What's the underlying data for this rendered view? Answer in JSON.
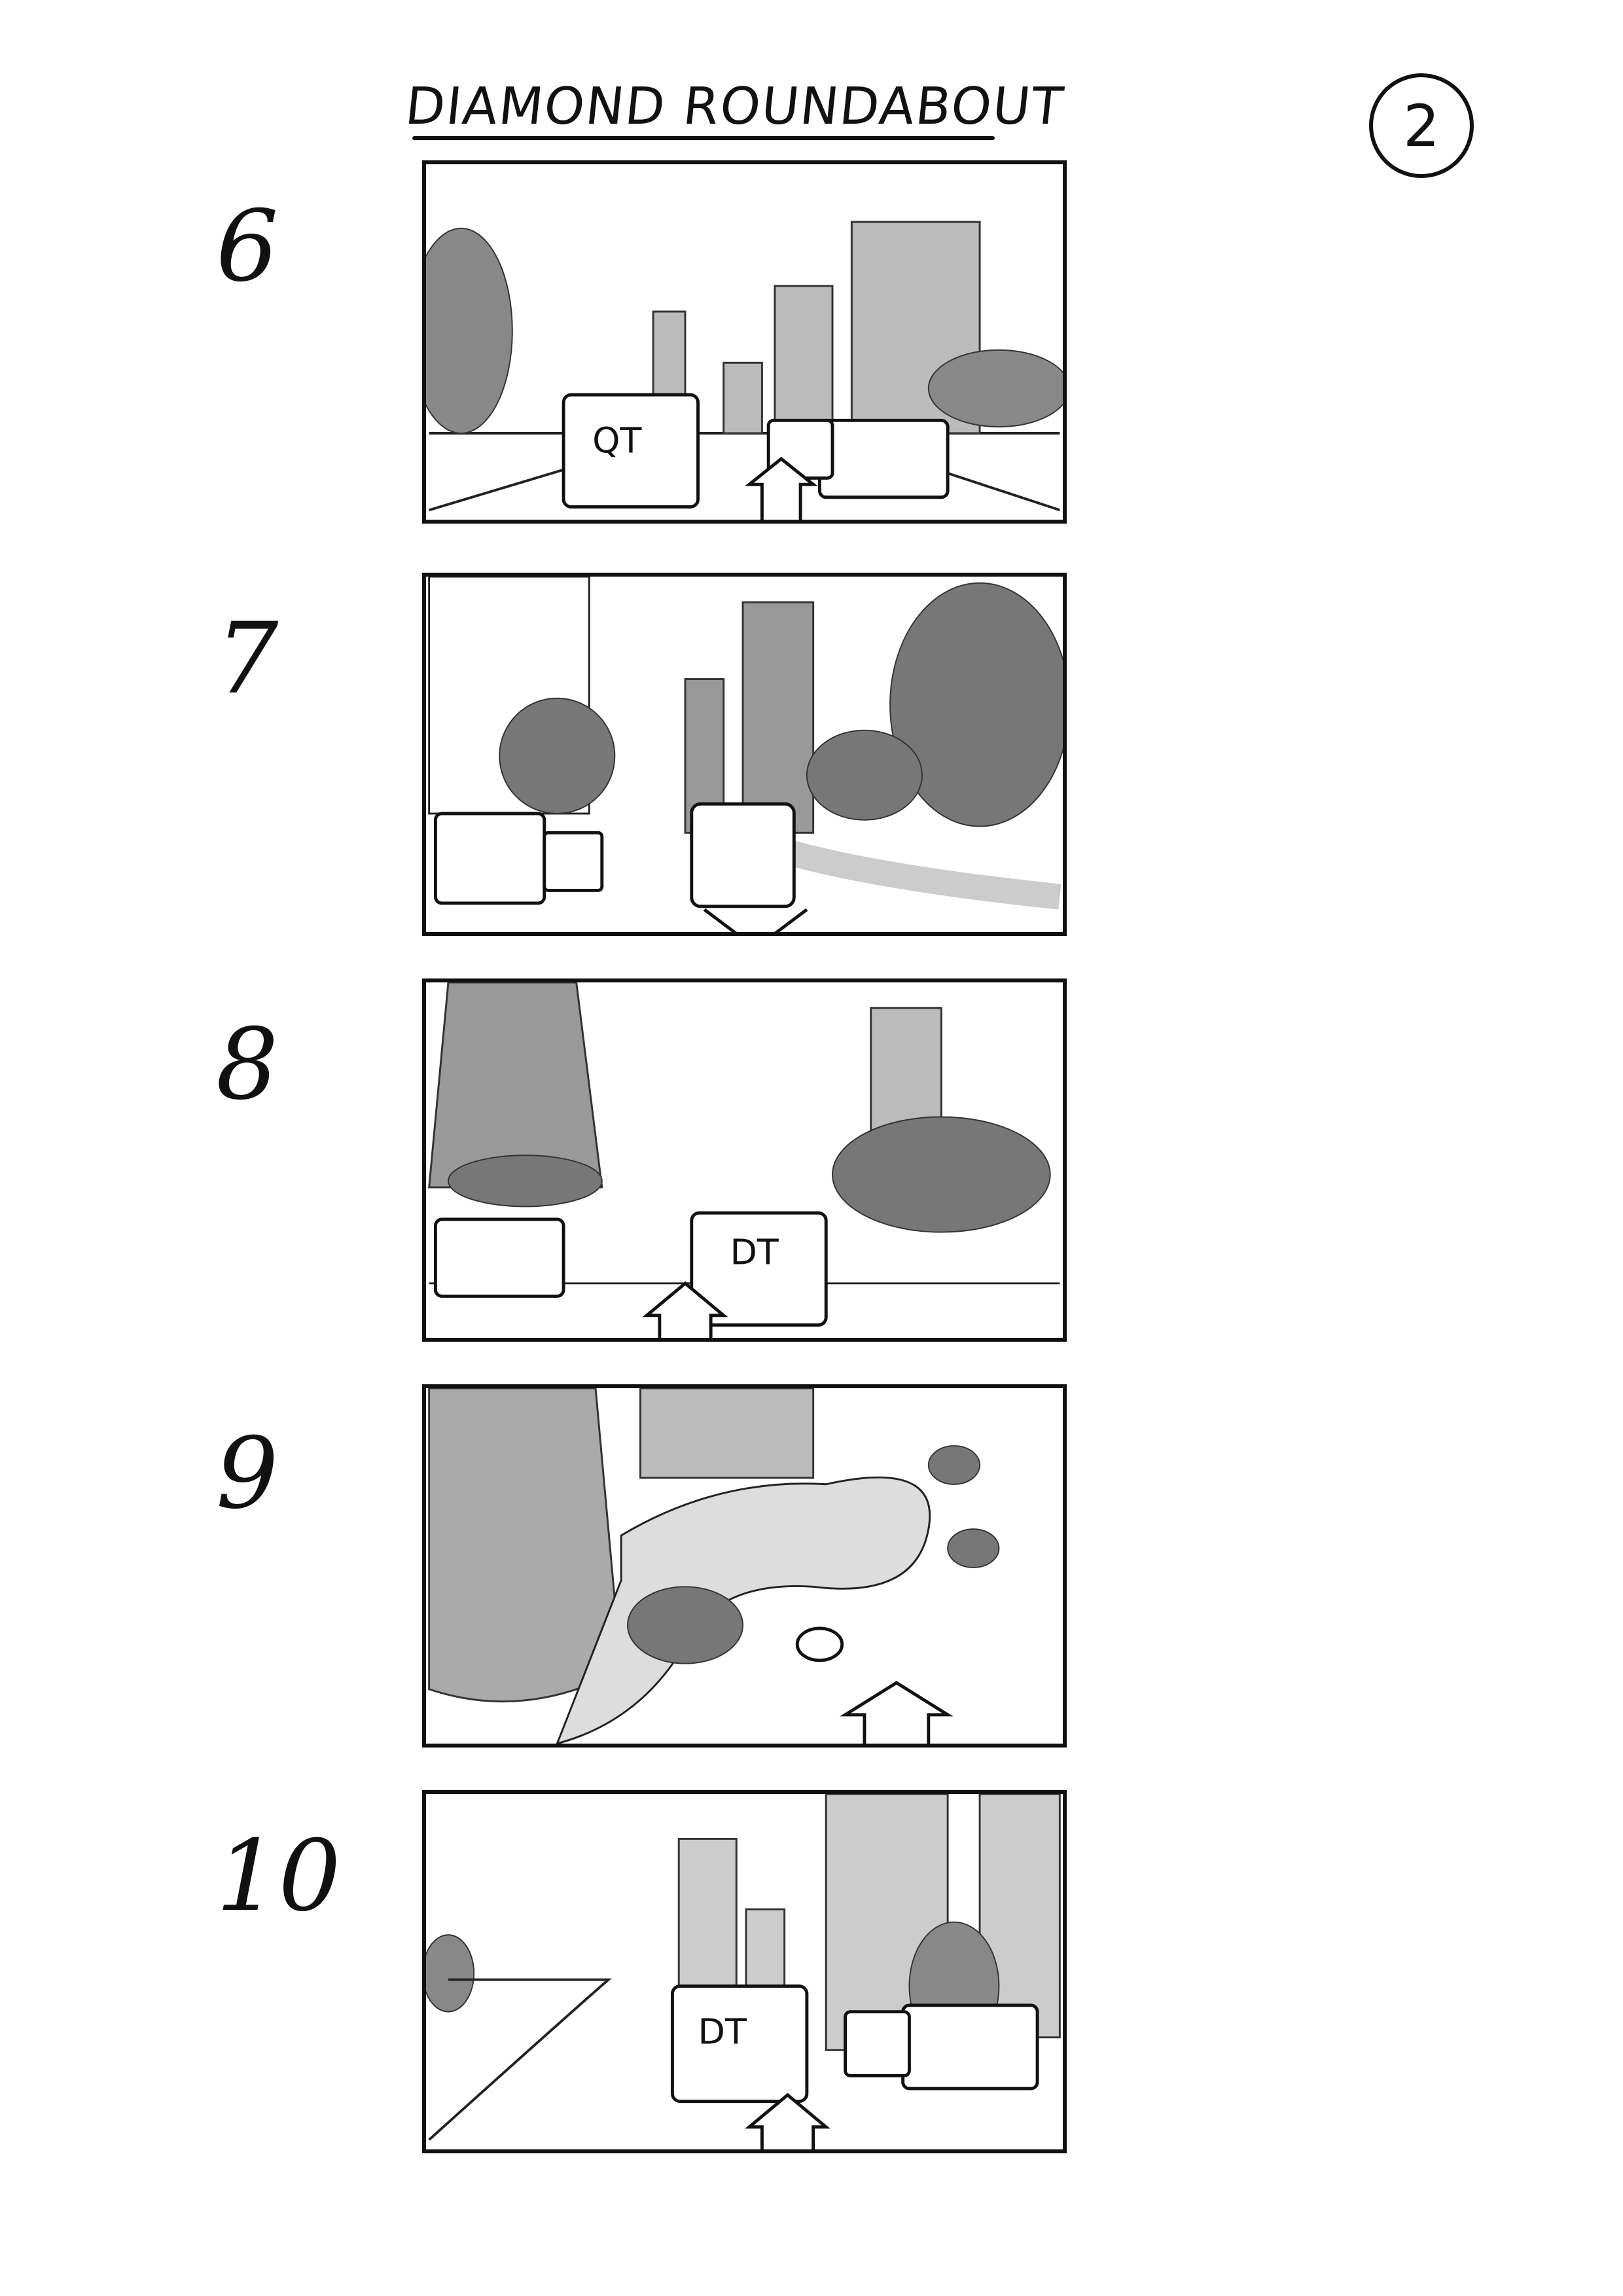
{
  "page": {
    "title": "DIAMOND ROUNDABOUT",
    "page_number": "2"
  },
  "panels": [
    {
      "number": "6",
      "van_logo": "QT"
    },
    {
      "number": "7"
    },
    {
      "number": "8",
      "van_logo": "DT"
    },
    {
      "number": "9"
    },
    {
      "number": "10",
      "van_logo": "DT"
    }
  ]
}
